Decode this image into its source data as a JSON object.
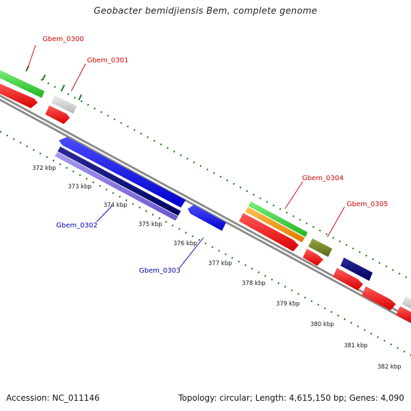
{
  "title": "Geobacter bemidjiensis Bem, complete genome",
  "footer": {
    "accession": "Accession: NC_011146",
    "summary": "Topology: circular; Length: 4,615,150 bp; Genes: 4,090"
  },
  "colors": {
    "backbone": "#8a8a8a",
    "tick": "#1a7a1a",
    "label_forward": "#cc0000",
    "label_reverse": "#0000aa"
  },
  "scale_ticks": [
    "372 kbp",
    "373 kbp",
    "374 kbp",
    "375 kbp",
    "376 kbp",
    "377 kbp",
    "378 kbp",
    "379 kbp",
    "380 kbp",
    "381 kbp",
    "382 kbp"
  ],
  "gene_labels": [
    {
      "name": "Gbem_0300",
      "strand": "forward"
    },
    {
      "name": "Gbem_0301",
      "strand": "forward"
    },
    {
      "name": "Gbem_0302",
      "strand": "reverse"
    },
    {
      "name": "Gbem_0303",
      "strand": "reverse"
    },
    {
      "name": "Gbem_0304",
      "strand": "forward"
    },
    {
      "name": "Gbem_0305",
      "strand": "forward"
    }
  ]
}
